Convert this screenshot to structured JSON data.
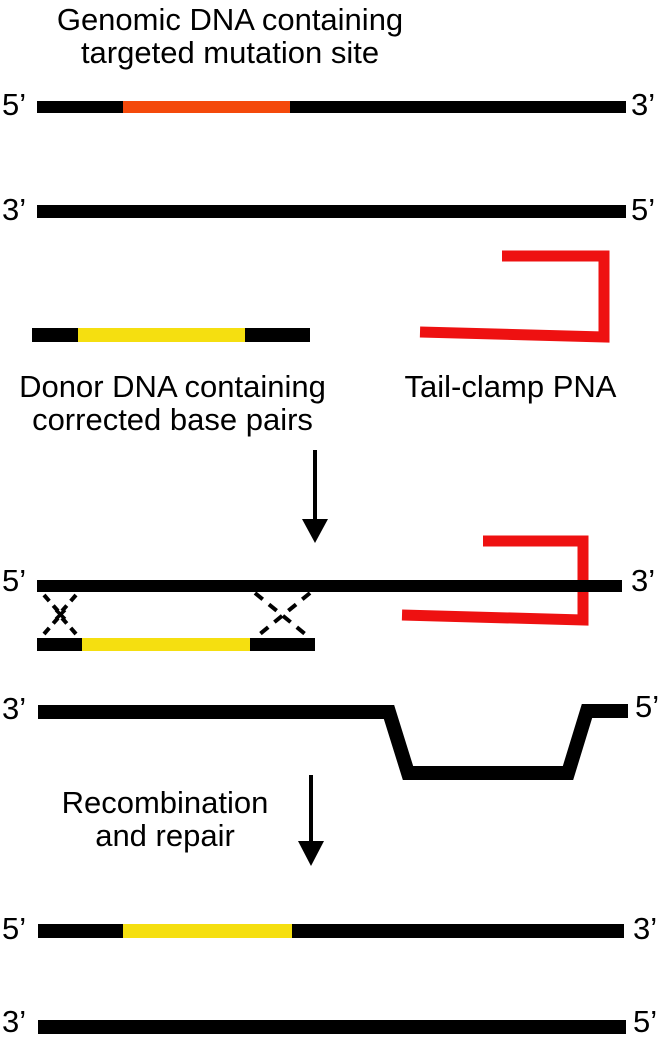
{
  "colors": {
    "mutation_site": "#F4490B",
    "corrected_bases": "#F5DF10",
    "pna": "#EE1111",
    "strand": "#000000"
  },
  "title": {
    "line1": "Genomic DNA containing",
    "line2": "targeted mutation site"
  },
  "genomic_dna": {
    "top": {
      "left": "5’",
      "right": "3’"
    },
    "bottom": {
      "left": "3’",
      "right": "5’"
    }
  },
  "donor_dna": {
    "label1": "Donor DNA containing",
    "label2": "corrected base pairs"
  },
  "tail_clamp_pna": {
    "label": "Tail-clamp PNA"
  },
  "invasion_complex": {
    "top": {
      "left": "5’",
      "right": "3’"
    },
    "displaced": {
      "left": "3’",
      "right": "5’"
    }
  },
  "recombination": {
    "label1": "Recombination",
    "label2": "and repair"
  },
  "result_dna": {
    "top": {
      "left": "5’",
      "right": "3’"
    },
    "bottom": {
      "left": "3’",
      "right": "5’"
    }
  }
}
